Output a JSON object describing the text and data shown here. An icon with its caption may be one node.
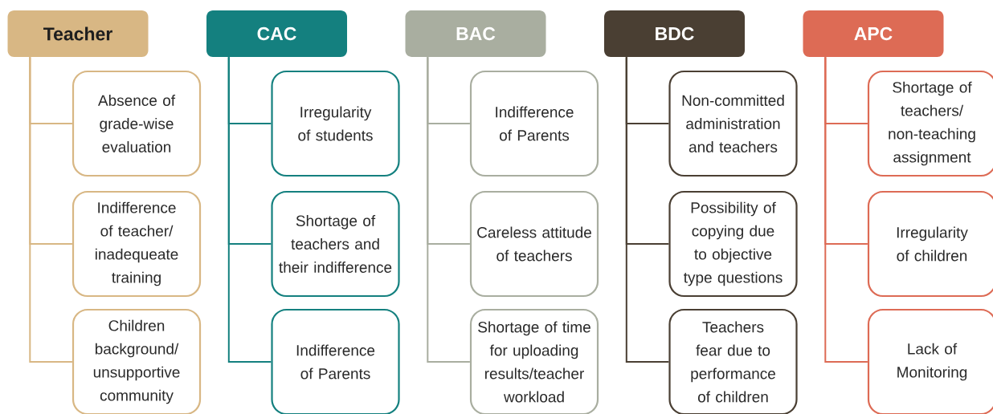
{
  "diagram": {
    "nodes": [
      {
        "text": [
          "Teacher"
        ]
      },
      {
        "text": [
          "Absence of grade-wise evaluation"
        ]
      },
      {
        "text": [
          "Indifference of teacher/ inadequeate training"
        ]
      },
      {
        "text": [
          "Children background/ unsupportive community"
        ]
      },
      {
        "text": [
          "CAC"
        ]
      },
      {
        "text": [
          "Irregularity of students"
        ]
      },
      {
        "text": [
          "Shortage of teachers and their indifference"
        ]
      },
      {
        "text": [
          "Indifference of Parents"
        ]
      },
      {
        "text": [
          "BAC"
        ]
      },
      {
        "text": [
          "Indifference of Parents"
        ]
      },
      {
        "text": [
          "Careless attitude of teachers"
        ]
      },
      {
        "text": [
          "Shortage of time for uploading results/teacher workload"
        ]
      },
      {
        "text": [
          "BDC"
        ]
      },
      {
        "text": [
          "Non-committed administration and teachers"
        ]
      },
      {
        "text": [
          "Possibility of copying due to objective type questions"
        ]
      },
      {
        "text": [
          "Teachers fear due to performance of children"
        ]
      },
      {
        "text": [
          "APC"
        ]
      },
      {
        "text": [
          "Shortage of teachers/ non-teaching assignment"
        ]
      },
      {
        "text": [
          "Irregularity of children"
        ]
      },
      {
        "text": [
          "Lack of Monitoring"
        ]
      }
    ],
    "edges": [
      {
        "from": 0,
        "to": 1,
        "arrow": "none",
        "color": "#d8b784"
      },
      {
        "from": 0,
        "to": 2,
        "arrow": "none",
        "color": "#d8b784"
      },
      {
        "from": 0,
        "to": 3,
        "arrow": "none",
        "color": "#d8b784"
      },
      {
        "from": 4,
        "to": 5,
        "arrow": "none",
        "color": "#14807f"
      },
      {
        "from": 4,
        "to": 6,
        "arrow": "none",
        "color": "#14807f"
      },
      {
        "from": 4,
        "to": 7,
        "arrow": "none",
        "color": "#14807f"
      },
      {
        "from": 8,
        "to": 9,
        "arrow": "none",
        "color": "#a9aea0"
      },
      {
        "from": 8,
        "to": 10,
        "arrow": "none",
        "color": "#a9aea0"
      },
      {
        "from": 8,
        "to": 11,
        "arrow": "none",
        "color": "#a9aea0"
      },
      {
        "from": 12,
        "to": 13,
        "arrow": "none",
        "color": "#4a3f33"
      },
      {
        "from": 12,
        "to": 14,
        "arrow": "none",
        "color": "#4a3f33"
      },
      {
        "from": 12,
        "to": 15,
        "arrow": "none",
        "color": "#4a3f33"
      },
      {
        "from": 16,
        "to": 17,
        "arrow": "none",
        "color": "#dd6b55"
      },
      {
        "from": 16,
        "to": 18,
        "arrow": "none",
        "color": "#dd6b55"
      },
      {
        "from": 16,
        "to": 19,
        "arrow": "none",
        "color": "#dd6b55"
      }
    ]
  }
}
